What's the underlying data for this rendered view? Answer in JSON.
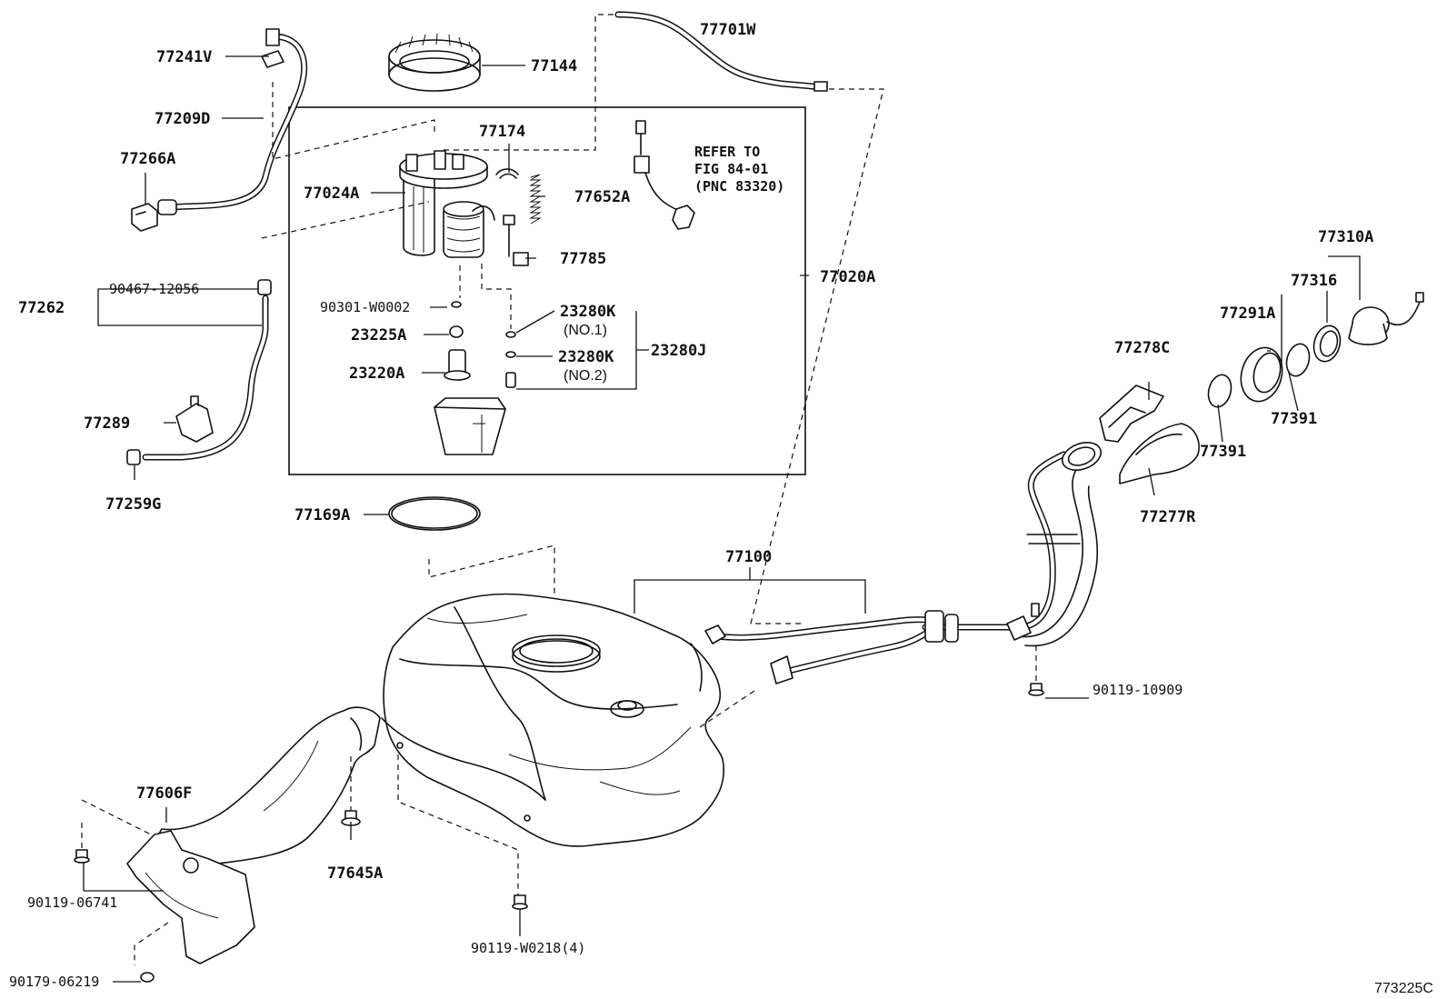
{
  "labels": {
    "p77241V": "77241V",
    "p77209D": "77209D",
    "p77266A": "77266A",
    "p77144": "77144",
    "p77701W": "77701W",
    "p77174": "77174",
    "p77024A": "77024A",
    "p77652A": "77652A",
    "p77785": "77785",
    "p77020A": "77020A",
    "p77262": "77262",
    "p90467_12056": "90467-12056",
    "p90301_W0002": "90301-W0002",
    "p23225A": "23225A",
    "p23220A": "23220A",
    "p23280K_1": "23280K",
    "p23280K_2": "23280K",
    "no1": "(NO.1)",
    "no2": "(NO.2)",
    "p23280J": "23280J",
    "p77289": "77289",
    "p77259G": "77259G",
    "p77169A": "77169A",
    "p77100": "77100",
    "p77310A": "77310A",
    "p77316": "77316",
    "p77291A": "77291A",
    "p77278C": "77278C",
    "p77391_a": "77391",
    "p77391_b": "77391",
    "p77277R": "77277R",
    "p90119_10909": "90119-10909",
    "p77606F": "77606F",
    "p77645A": "77645A",
    "p90119_06741": "90119-06741",
    "p90119_W0218": "90119-W0218(4)",
    "p90179_06219": "90179-06219",
    "refer1": "REFER TO",
    "refer2": "FIG 84-01",
    "refer3": "(PNC 83320)",
    "figure_code": "773225C"
  }
}
